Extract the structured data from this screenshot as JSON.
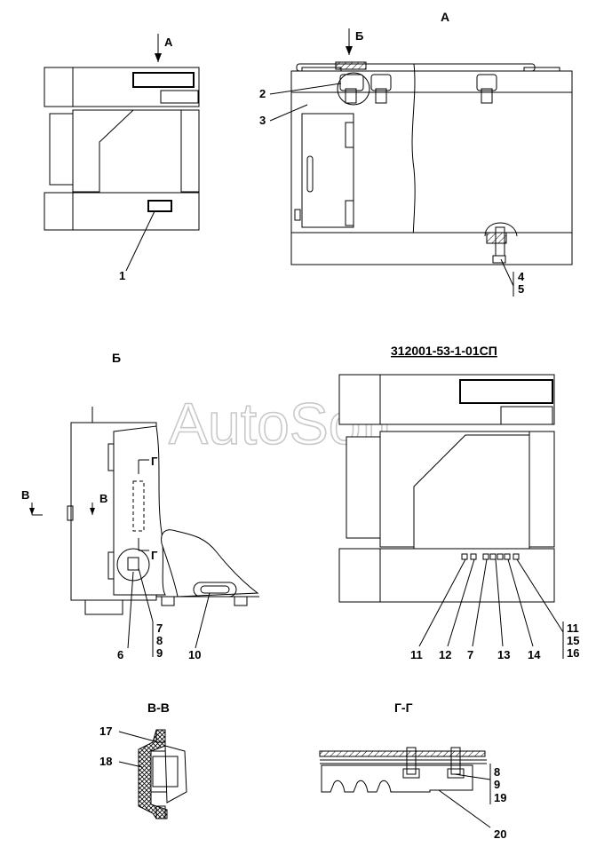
{
  "watermark": "AutoSoft",
  "document_code": "312001-53-1-01СП",
  "views": {
    "view_a_marker": "А",
    "view_a_title": "А",
    "view_b_marker": "Б",
    "view_b_title": "Б",
    "section_v_marker": "В",
    "section_v_title": "В-В",
    "section_g_marker": "Г",
    "section_g_title": "Г-Г"
  },
  "callouts": {
    "c1": "1",
    "c2": "2",
    "c3": "3",
    "c4": "4",
    "c5": "5",
    "c6": "6",
    "c7": "7",
    "c8": "8",
    "c9": "9",
    "c10": "10",
    "c11": "11",
    "c12": "12",
    "c7b": "7",
    "c13": "13",
    "c14": "14",
    "c11b": "11",
    "c15": "15",
    "c16": "16",
    "c17": "17",
    "c18": "18",
    "c8b": "8",
    "c9b": "9",
    "c19": "19",
    "c20": "20"
  }
}
